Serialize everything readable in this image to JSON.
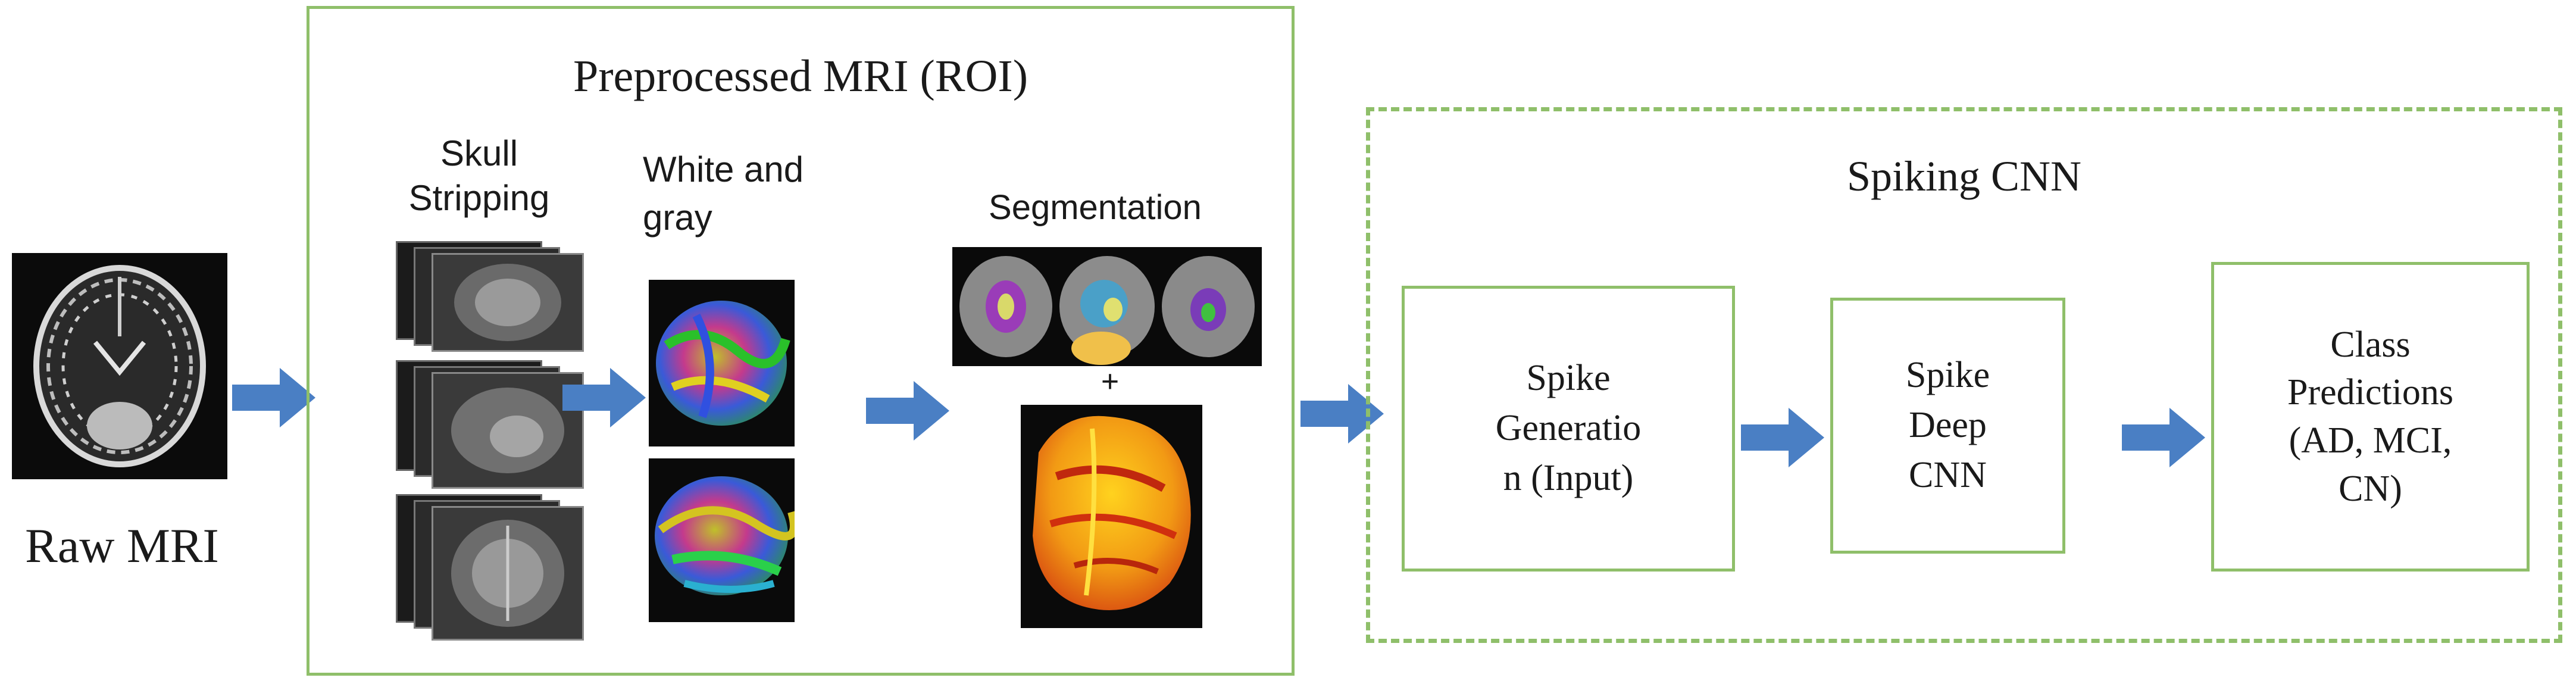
{
  "raw": {
    "label": "Raw MRI"
  },
  "preprocessed": {
    "title": "Preprocessed MRI (ROI)",
    "skull_stripping": "Skull\nStripping",
    "white_gray": "White and\ngray",
    "segmentation": "Segmentation",
    "plus": "+"
  },
  "spiking": {
    "title": "Spiking CNN",
    "box1": "Spike\nGeneratio\nn (Input)",
    "box2": "Spike\nDeep\nCNN",
    "box3": "Class\nPredictions\n(AD, MCI,\nCN)"
  },
  "colors": {
    "arrow": "#4a7fc4",
    "green_border": "#8fbf6a"
  }
}
